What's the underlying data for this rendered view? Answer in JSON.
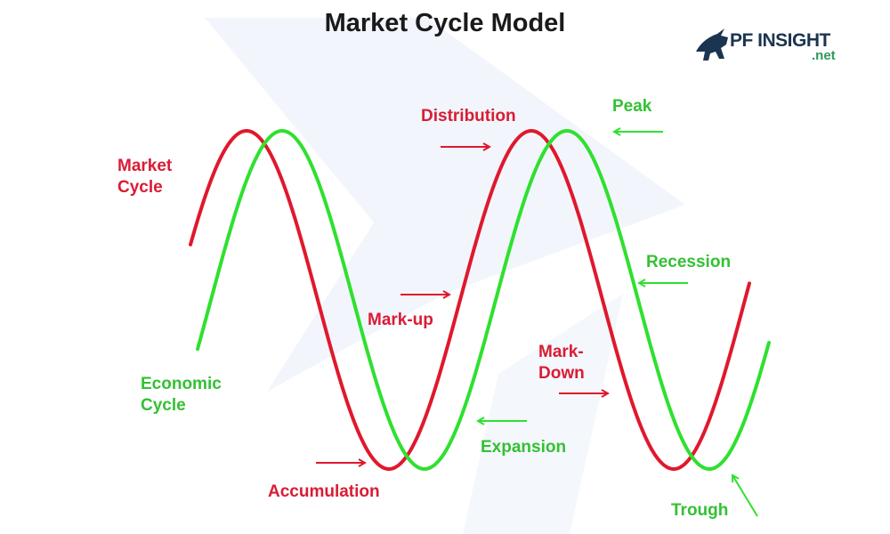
{
  "title": "Market Cycle Model",
  "logo": {
    "main": "PF INSIGHT",
    "sub": ".net"
  },
  "colors": {
    "market": "#e0182d",
    "economic": "#2fe02f",
    "market_label": "#d91c34",
    "economic_label": "#33c133",
    "background_shape": "#eef3fb"
  },
  "series": {
    "market_label_line1": "Market",
    "market_label_line2": "Cycle",
    "economic_label_line1": "Economic",
    "economic_label_line2": "Cycle"
  },
  "market_phases": {
    "distribution": "Distribution",
    "markup": "Mark-up",
    "markdown_line1": "Mark-",
    "markdown_line2": "Down",
    "accumulation": "Accumulation"
  },
  "economic_phases": {
    "peak": "Peak",
    "recession": "Recession",
    "expansion": "Expansion",
    "trough": "Trough"
  }
}
